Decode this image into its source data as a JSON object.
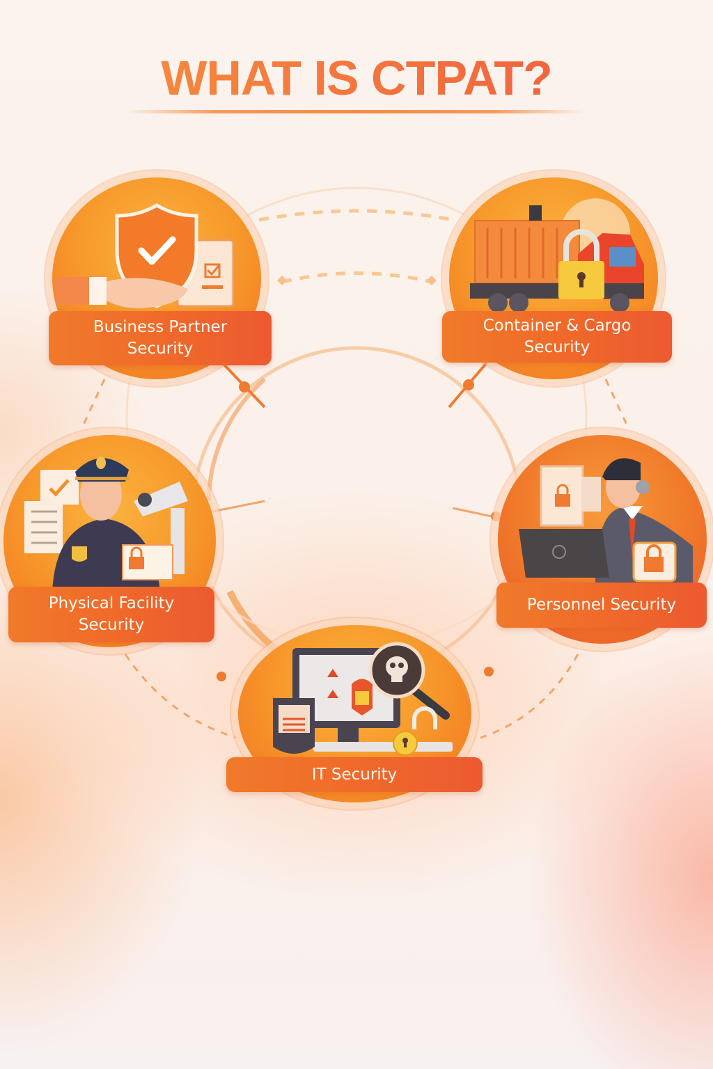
{
  "header": {
    "title": "WHAT IS CTPAT?"
  },
  "colors": {
    "title_gradient_start": "#f7963a",
    "title_gradient_end": "#ec5a3c",
    "node_orange": "#f79a2c",
    "label_orange": "#f06a2a",
    "connector": "#f5a86a",
    "background": "#fbf3ee"
  },
  "nodes": [
    {
      "id": "business-partner",
      "line1": "Business Partner",
      "line2": "Security",
      "icon": "shield-check-hand-icon"
    },
    {
      "id": "container-cargo",
      "line1": "Container & Cargo",
      "line2": "Security",
      "icon": "truck-padlock-icon"
    },
    {
      "id": "physical-facility",
      "line1": "Physical Facility",
      "line2": "Security",
      "icon": "security-guard-camera-icon"
    },
    {
      "id": "personnel",
      "line1": "Personnel Security",
      "line2": "",
      "icon": "employee-laptop-lock-icon"
    },
    {
      "id": "it",
      "line1": "IT Security",
      "line2": "",
      "icon": "computer-skull-magnifier-icon"
    }
  ]
}
